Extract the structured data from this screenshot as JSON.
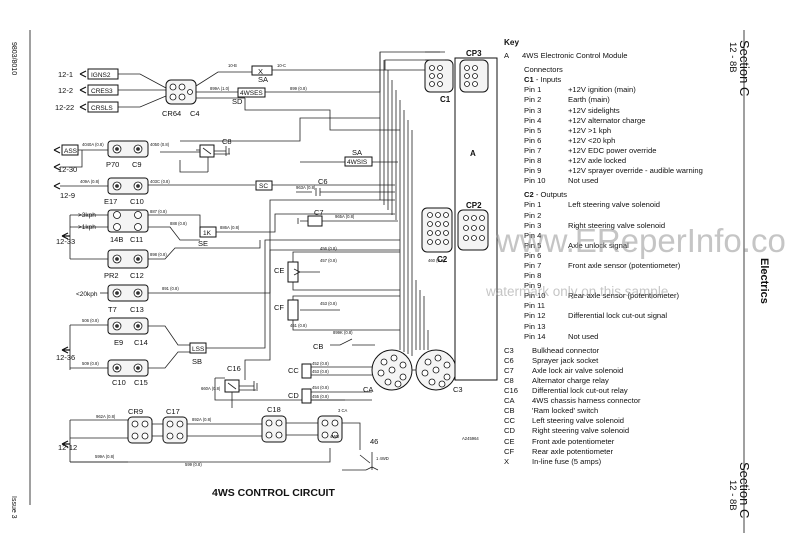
{
  "page": {
    "section_top": "Section C",
    "section_bottom": "Section C",
    "page_no_top": "12 - 8B",
    "page_no_bottom": "12 - 8B",
    "side_title": "Electrics",
    "doc_code": "9803/8010",
    "issue": "Issue 3",
    "figure_ref": "A245964",
    "title": "4WS CONTROL CIRCUIT",
    "watermark_url": "www.EReperInfo.com",
    "watermark_note": "watermark only on this sample"
  },
  "key": {
    "heading": "Key",
    "a_code": "A",
    "a_desc": "4WS Electronic Control Module",
    "connectors_heading": "Connectors",
    "c1_code": "C1",
    "c1_desc": "- Inputs",
    "c1_pins": [
      {
        "pin": "Pin 1",
        "desc": "+12V ignition (main)"
      },
      {
        "pin": "Pin 2",
        "desc": "Earth (main)"
      },
      {
        "pin": "Pin 3",
        "desc": "+12V sidelights"
      },
      {
        "pin": "Pin 4",
        "desc": "+12V alternator charge"
      },
      {
        "pin": "Pin 5",
        "desc": "+12V >1 kph"
      },
      {
        "pin": "Pin 6",
        "desc": "+12V <20 kph"
      },
      {
        "pin": "Pin 7",
        "desc": "+12V EDC power override"
      },
      {
        "pin": "Pin 8",
        "desc": "+12V axle locked"
      },
      {
        "pin": "Pin 9",
        "desc": "+12V sprayer override - audible warning"
      },
      {
        "pin": "Pin 10",
        "desc": "Not used"
      }
    ],
    "c2_code": "C2",
    "c2_desc": "- Outputs",
    "c2_pins": [
      {
        "pin": "Pin 1",
        "desc": "Left steering valve solenoid"
      },
      {
        "pin": "Pin 2",
        "desc": ""
      },
      {
        "pin": "Pin 3",
        "desc": "Right steering valve solenoid"
      },
      {
        "pin": "Pin 4",
        "desc": ""
      },
      {
        "pin": "Pin 5",
        "desc": "Axle unlock signal"
      },
      {
        "pin": "Pin 6",
        "desc": ""
      },
      {
        "pin": "Pin 7",
        "desc": "Front axle sensor (potentiometer)"
      },
      {
        "pin": "Pin 8",
        "desc": ""
      },
      {
        "pin": "Pin 9",
        "desc": ""
      },
      {
        "pin": "Pin 10",
        "desc": "Rear axle sensor (potentiometer)"
      },
      {
        "pin": "Pin 11",
        "desc": ""
      },
      {
        "pin": "Pin 12",
        "desc": "Differential lock cut-out signal"
      },
      {
        "pin": "Pin 13",
        "desc": ""
      },
      {
        "pin": "Pin 14",
        "desc": "Not used"
      }
    ],
    "components": [
      {
        "code": "C3",
        "desc": "Bulkhead connector"
      },
      {
        "code": "C6",
        "desc": "Sprayer jack socket"
      },
      {
        "code": "C7",
        "desc": "Axle lock air valve solenoid"
      },
      {
        "code": "C8",
        "desc": "Alternator charge relay"
      },
      {
        "code": "C16",
        "desc": "Differential lock cut-out relay"
      },
      {
        "code": "CA",
        "desc": "4WS chassis harness connector"
      },
      {
        "code": "CB",
        "desc": "'Ram locked' switch"
      },
      {
        "code": "CC",
        "desc": "Left steering valve solenoid"
      },
      {
        "code": "CD",
        "desc": "Right steering valve solenoid"
      },
      {
        "code": "CE",
        "desc": "Front axle potentiometer"
      },
      {
        "code": "CF",
        "desc": "Rear axle potentiometer"
      },
      {
        "code": "X",
        "desc": "In-line fuse (5 amps)"
      }
    ]
  },
  "diagram": {
    "refs": {
      "r12_1": "12-1",
      "r12_2": "12-2",
      "r12_22": "12-22",
      "r12_30": "12-30",
      "r12_9": "12-9",
      "r12_33": "12-33",
      "r12_36": "12-36",
      "r12_12": "12-12"
    },
    "inputs": {
      "igns2": "IGNS2",
      "cres3": "CRES3",
      "crsls": "CRSLS",
      "ass": "ASS",
      "gt3": ">3kph",
      "gt1": ">1kph",
      "lt20": "<20kph"
    },
    "components": {
      "cr64": "CR64",
      "c4": "C4",
      "x": "X",
      "sa": "SA",
      "sd": "SD",
      "s4wses": "4WSES",
      "c8": "C8",
      "p70": "P70",
      "c9": "C9",
      "sc": "SC",
      "sa2": "SA",
      "s4wsis": "4WSIS",
      "c6": "C6",
      "e17": "E17",
      "c10": "C10",
      "c7": "C7",
      "s14b": "14B",
      "c11": "C11",
      "k1": "1K",
      "se": "SE",
      "pr2": "PR2",
      "c12": "C12",
      "t7": "T7",
      "c13": "C13",
      "ce": "CE",
      "cf": "CF",
      "e9": "E9",
      "c14": "C14",
      "lss": "LSS",
      "sb": "SB",
      "c10b": "C10",
      "c15": "C15",
      "cb": "CB",
      "cc": "CC",
      "cd": "CD",
      "ca": "CA",
      "c3": "C3",
      "c16": "C16",
      "cr9": "CR9",
      "c17": "C17",
      "c18": "C18",
      "n46": "46",
      "cp3": "CP3",
      "cp2": "CP2",
      "c2": "C2",
      "c1": "C1",
      "a": "A"
    },
    "wires": {
      "w1": "10-8A (1.0)",
      "w2": "10-B",
      "w3": "10-C",
      "w4": "899A (1.0)",
      "w5": "899 (0.8)",
      "w6": "4040A (0.8)",
      "w7": "4050 (0.8)",
      "w8": "409A (0.8)",
      "w9": "403C (0.8)",
      "w10": "887 (0.8)",
      "w11": "888 (0.8)",
      "w12": "886A (0.8)",
      "w13": "898 (0.8)",
      "w14": "891 (0.8)",
      "w15": "506 (0.8)",
      "w16": "509 (0.8)",
      "w17": "456 (0.8)",
      "w18": "457 (0.8)",
      "w19": "453 (0.8)",
      "w20": "452 (0.8)",
      "w21": "454 (0.8)",
      "w22": "455 (0.8)",
      "w23": "460 (0.8)",
      "w24": "461 (0.8)",
      "w25": "963A (0.8)",
      "w26": "965A (0.8)",
      "w27": "962A (0.8)",
      "w28": "892A (0.8)",
      "w29": "899K (0.8)",
      "w30": "660A (0.8)",
      "w31": "599A (0.8)",
      "w32": "599 (0.8)",
      "w33": "3 CA",
      "w34": "4WD",
      "w35": "1 4WD"
    }
  }
}
